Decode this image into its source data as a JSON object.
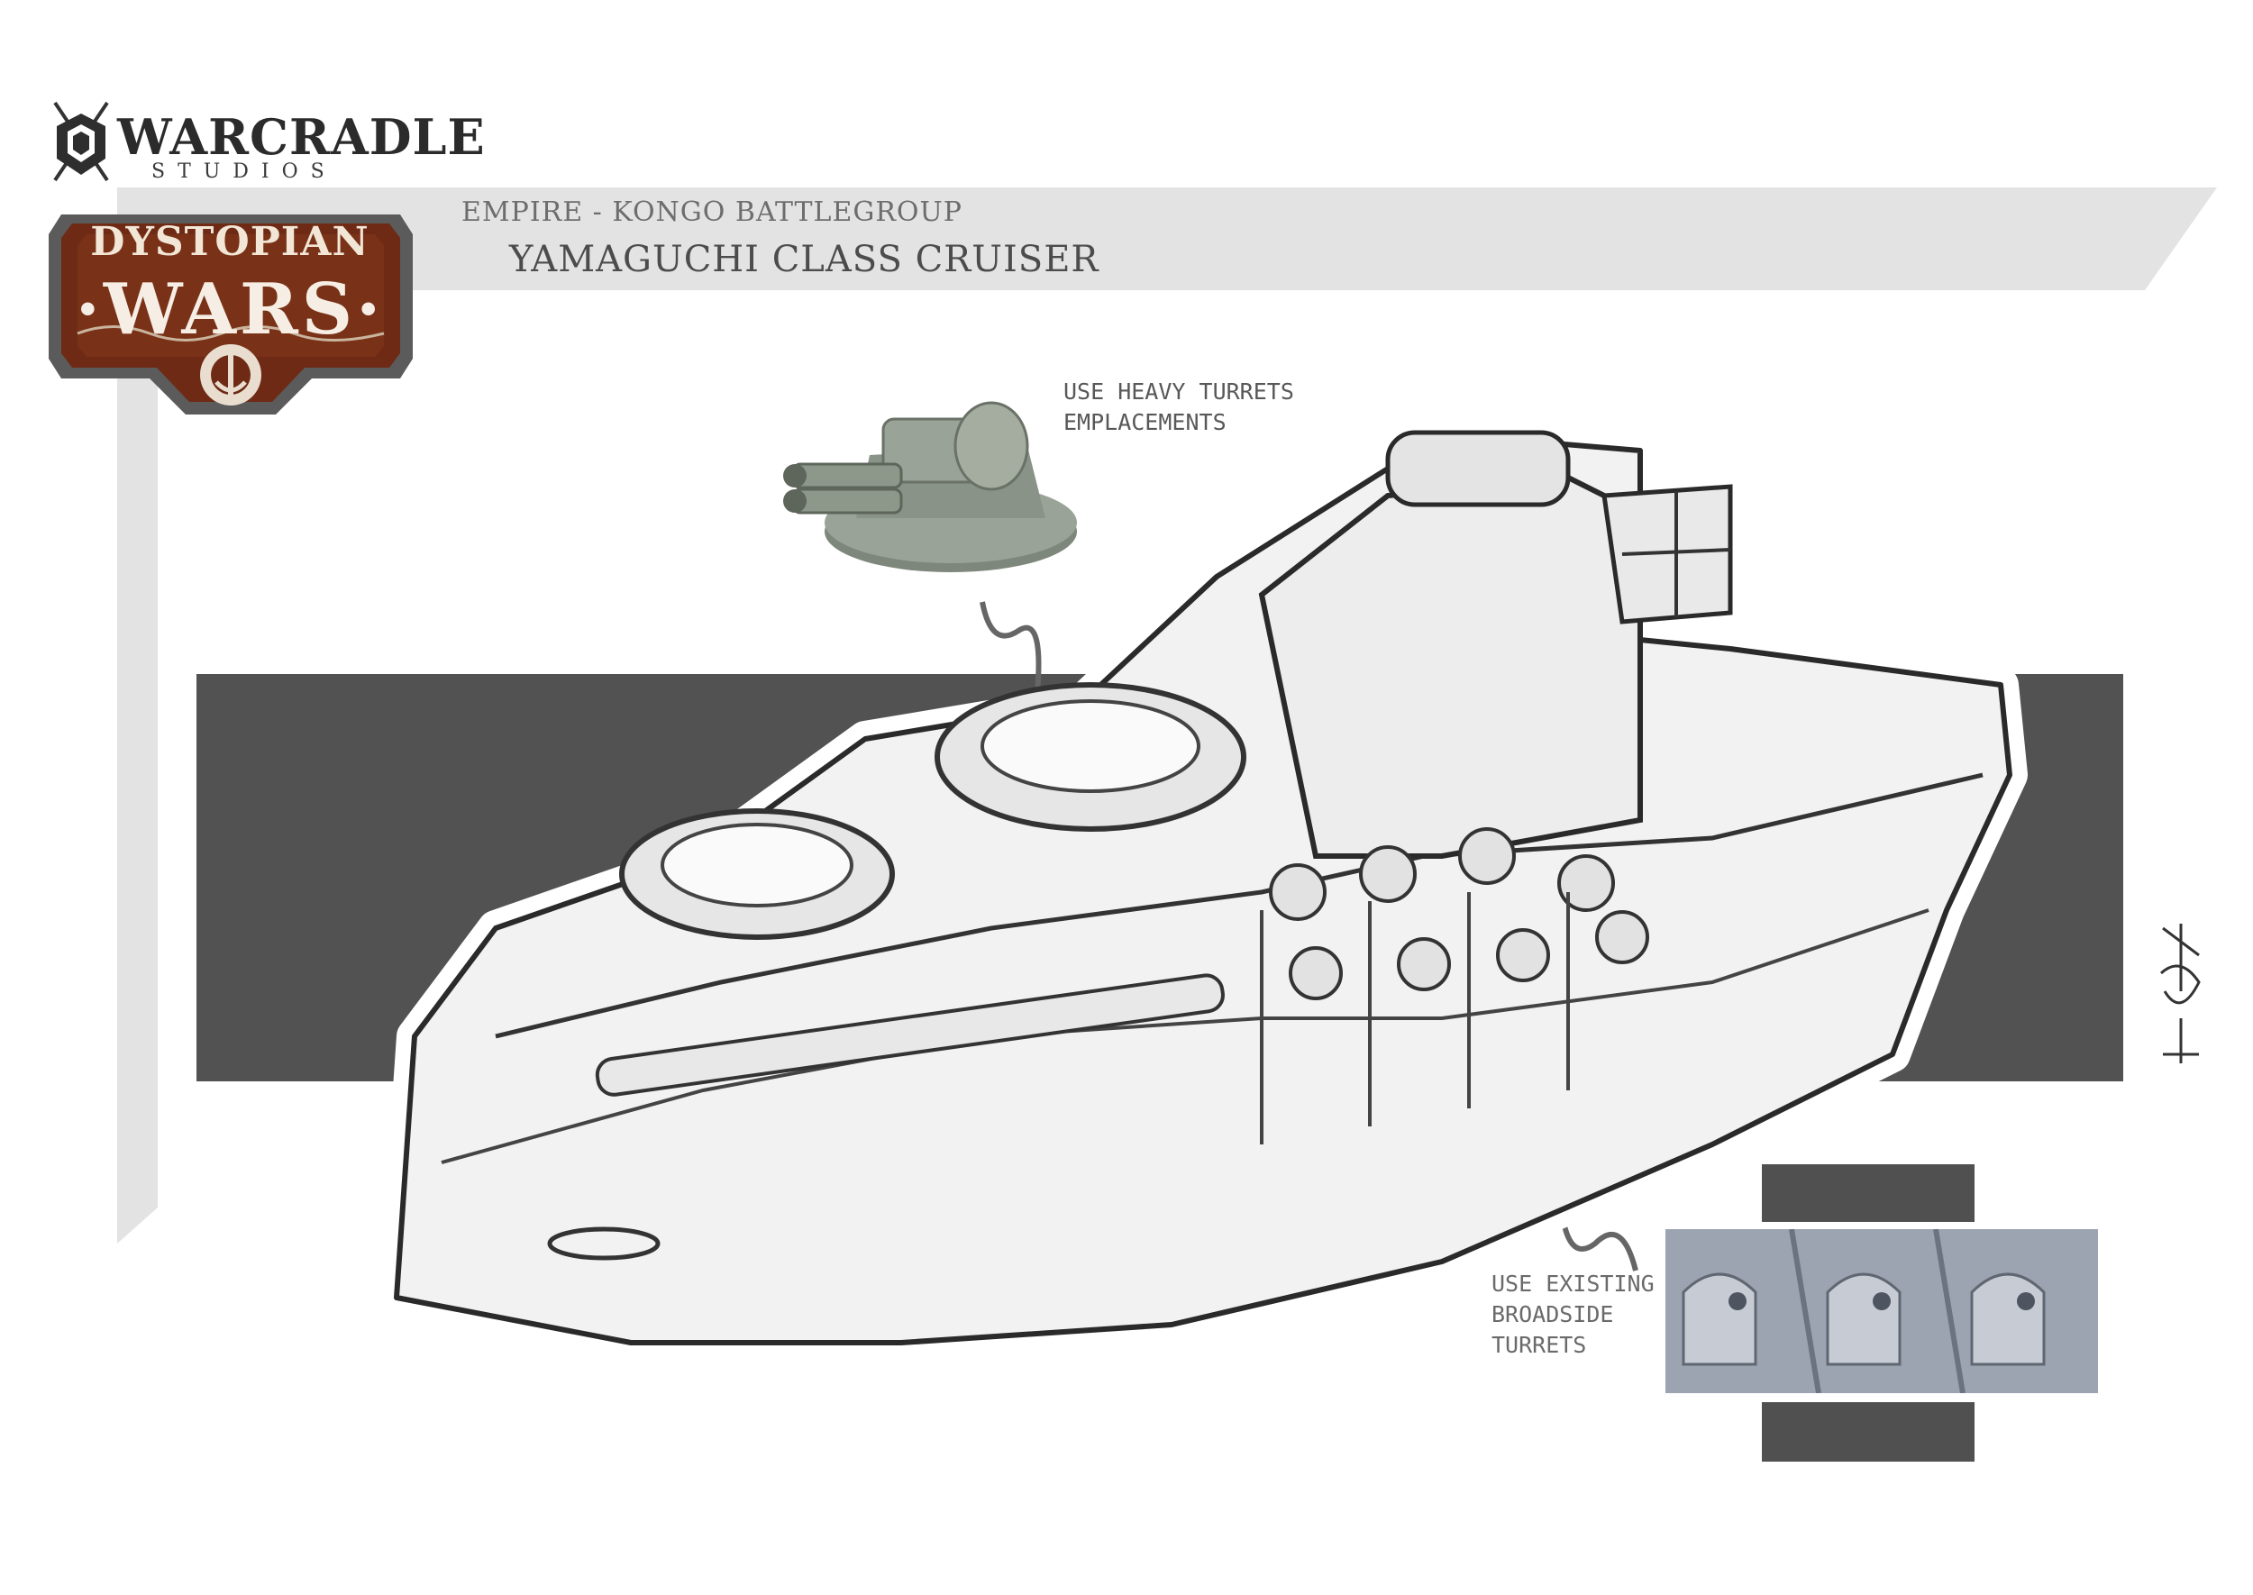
{
  "studio": {
    "name": "WARCRADLE",
    "subtitle": "STUDIOS"
  },
  "badge": {
    "line1": "DYSTOPIAN",
    "line2": "·WARS·"
  },
  "header": {
    "faction": "EMPIRE - KONGO BATTLEGROUP",
    "title": "YAMAGUCHI CLASS CRUISER"
  },
  "annotations": {
    "heavy_turrets": "USE HEAVY TURRETS\nEMPLACEMENTS",
    "broadside": "USE EXISTING\nBROADSIDE\nTURRETS"
  },
  "colors": {
    "frame_gray": "#e3e3e3",
    "dark_band": "#525252",
    "badge_brown": "#6e2a14",
    "badge_border": "#4a4a4a",
    "turret_green": "#8d978a"
  },
  "icons": {
    "studio_logo": "warcradle-shield-icon",
    "badge_emblem": "anchor-gear-icon",
    "arrow_down": "curved-arrow-down-icon",
    "arrow_up": "curved-arrow-up-icon"
  }
}
